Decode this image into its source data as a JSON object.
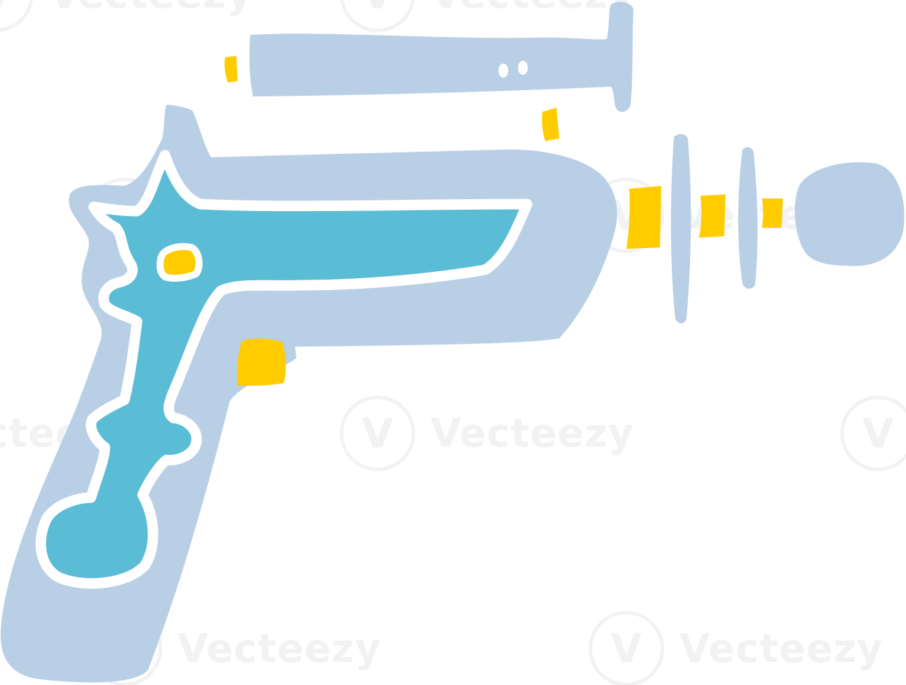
{
  "image": {
    "subject": "cartoon ray gun",
    "colors": {
      "background": "#ffffff",
      "shadow_blue": "#b8cfe6",
      "body_teal": "#5bbcd6",
      "accent_yellow": "#ffcc00",
      "outline_white": "#ffffff"
    }
  },
  "watermark": {
    "text": "Vecteezy",
    "mark_glyph": "V"
  }
}
